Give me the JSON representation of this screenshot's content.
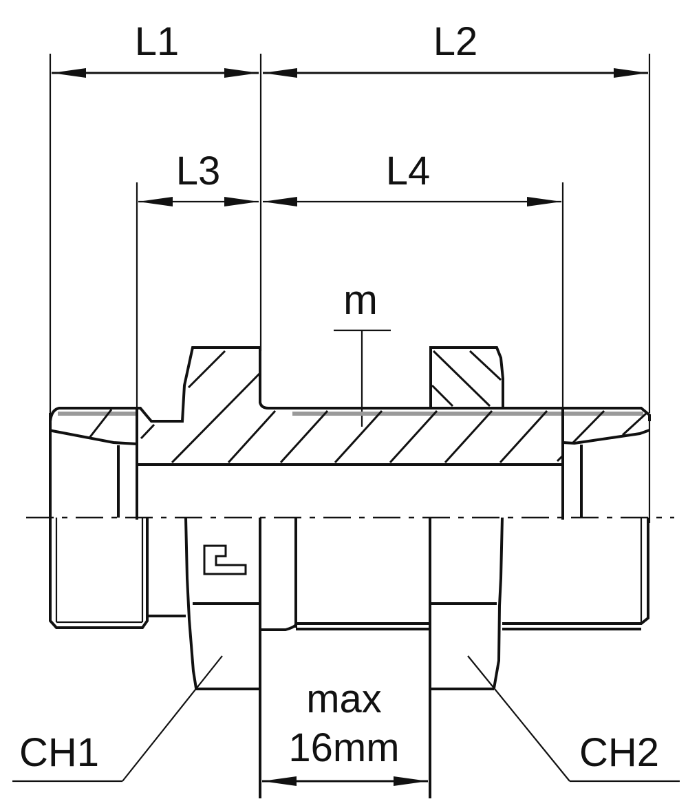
{
  "drawing": {
    "title": "Bulkhead fitting cross-section",
    "colors": {
      "line": "#111111",
      "background": "#ffffff",
      "shade": "#9a9a9a"
    },
    "dimensions": {
      "L1": "L1",
      "L2": "L2",
      "L3": "L3",
      "L4": "L4"
    },
    "labels": {
      "m": "m",
      "ch1": "CH1",
      "ch2": "CH2",
      "max_line1": "max",
      "max_line2": "16mm"
    }
  }
}
